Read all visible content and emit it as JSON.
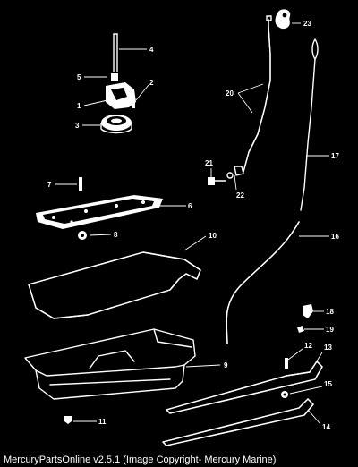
{
  "callouts": {
    "c1": "1",
    "c2": "2",
    "c3": "3",
    "c4": "4",
    "c5": "5",
    "c6": "6",
    "c7": "7",
    "c8": "8",
    "c9": "9",
    "c10": "10",
    "c11": "11",
    "c12": "12",
    "c13": "13",
    "c14": "14",
    "c15": "15",
    "c16": "16",
    "c17": "17",
    "c18": "18",
    "c19": "19",
    "c20": "20",
    "c21": "21",
    "c22": "22",
    "c23": "23"
  },
  "caption": "MercuryPartsOnline v2.5.1 (Image Copyright- Mercury Marine)",
  "colors": {
    "background": "#000000",
    "linework": "#ffffff"
  }
}
